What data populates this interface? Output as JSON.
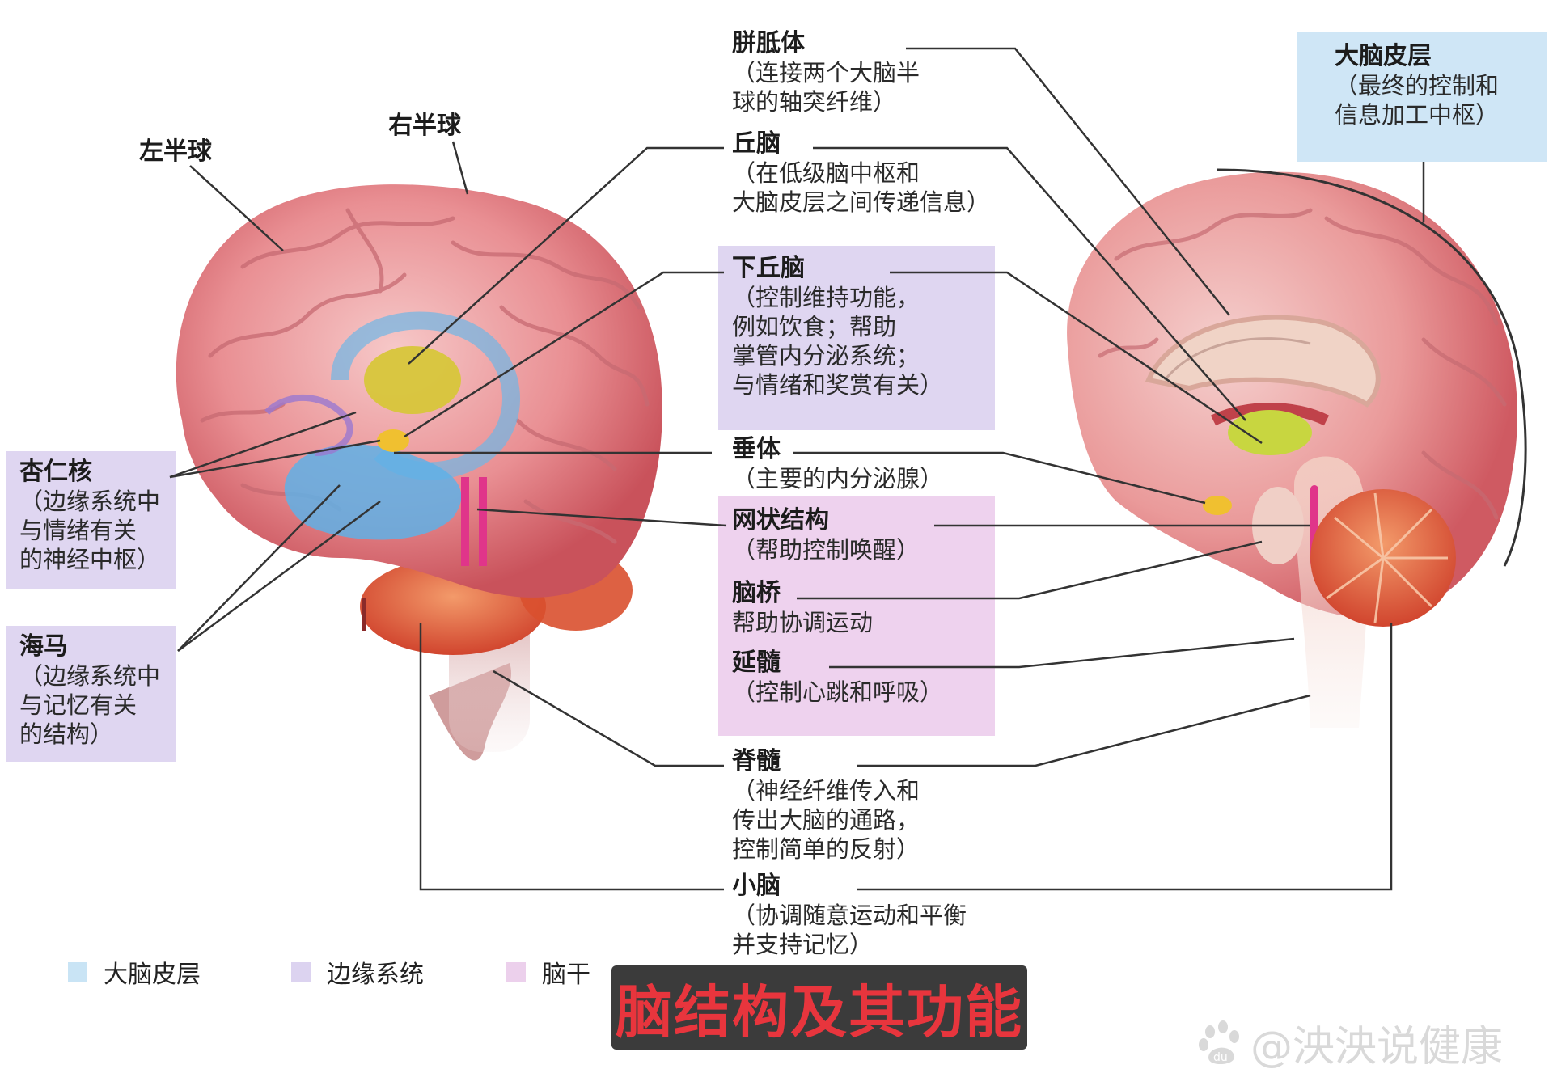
{
  "labels": {
    "left_hemisphere": "左半球",
    "right_hemisphere": "右半球",
    "corpus_callosum": {
      "name": "胼胝体",
      "desc": [
        "（连接两个大脑半",
        "球的轴突纤维）"
      ]
    },
    "thalamus": {
      "name": "丘脑",
      "desc": [
        "（在低级脑中枢和",
        "大脑皮层之间传递信息）"
      ]
    },
    "hypothalamus": {
      "name": "下丘脑",
      "desc": [
        "（控制维持功能，",
        "例如饮食；帮助",
        "掌管内分泌系统；",
        "与情绪和奖赏有关）"
      ]
    },
    "pituitary": {
      "name": "垂体",
      "desc": [
        "（主要的内分泌腺）"
      ]
    },
    "reticular": {
      "name": "网状结构",
      "desc": [
        "（帮助控制唤醒）"
      ]
    },
    "pons": {
      "name": "脑桥",
      "desc": [
        "帮助协调运动"
      ]
    },
    "medulla": {
      "name": "延髓",
      "desc": [
        "（控制心跳和呼吸）"
      ]
    },
    "spinal_cord": {
      "name": "脊髓",
      "desc": [
        "（神经纤维传入和",
        "传出大脑的通路，",
        "控制简单的反射）"
      ]
    },
    "cerebellum": {
      "name": "小脑",
      "desc": [
        "（协调随意运动和平衡",
        "并支持记忆）"
      ]
    },
    "cortex": {
      "name": "大脑皮层",
      "desc": [
        "（最终的控制和",
        "信息加工中枢）"
      ]
    },
    "amygdala": {
      "name": "杏仁核",
      "desc": [
        "（边缘系统中",
        "与情绪有关",
        "的神经中枢）"
      ]
    },
    "hippocampus": {
      "name": "海马",
      "desc": [
        "（边缘系统中",
        "与记忆有关",
        "的结构）"
      ]
    }
  },
  "legend": [
    {
      "label": "大脑皮层",
      "color": "#c9e4f5"
    },
    {
      "label": "边缘系统",
      "color": "#dcd3f0"
    },
    {
      "label": "脑干",
      "color": "#ecd0ec"
    }
  ],
  "box_colors": {
    "cortex": "#cfe6f6",
    "limbic": "#dfd6f1",
    "brainstem": "#eed2ee"
  },
  "title": "脑结构及其功能",
  "watermark": "@泱泱说健康",
  "watermark_logo": "du"
}
